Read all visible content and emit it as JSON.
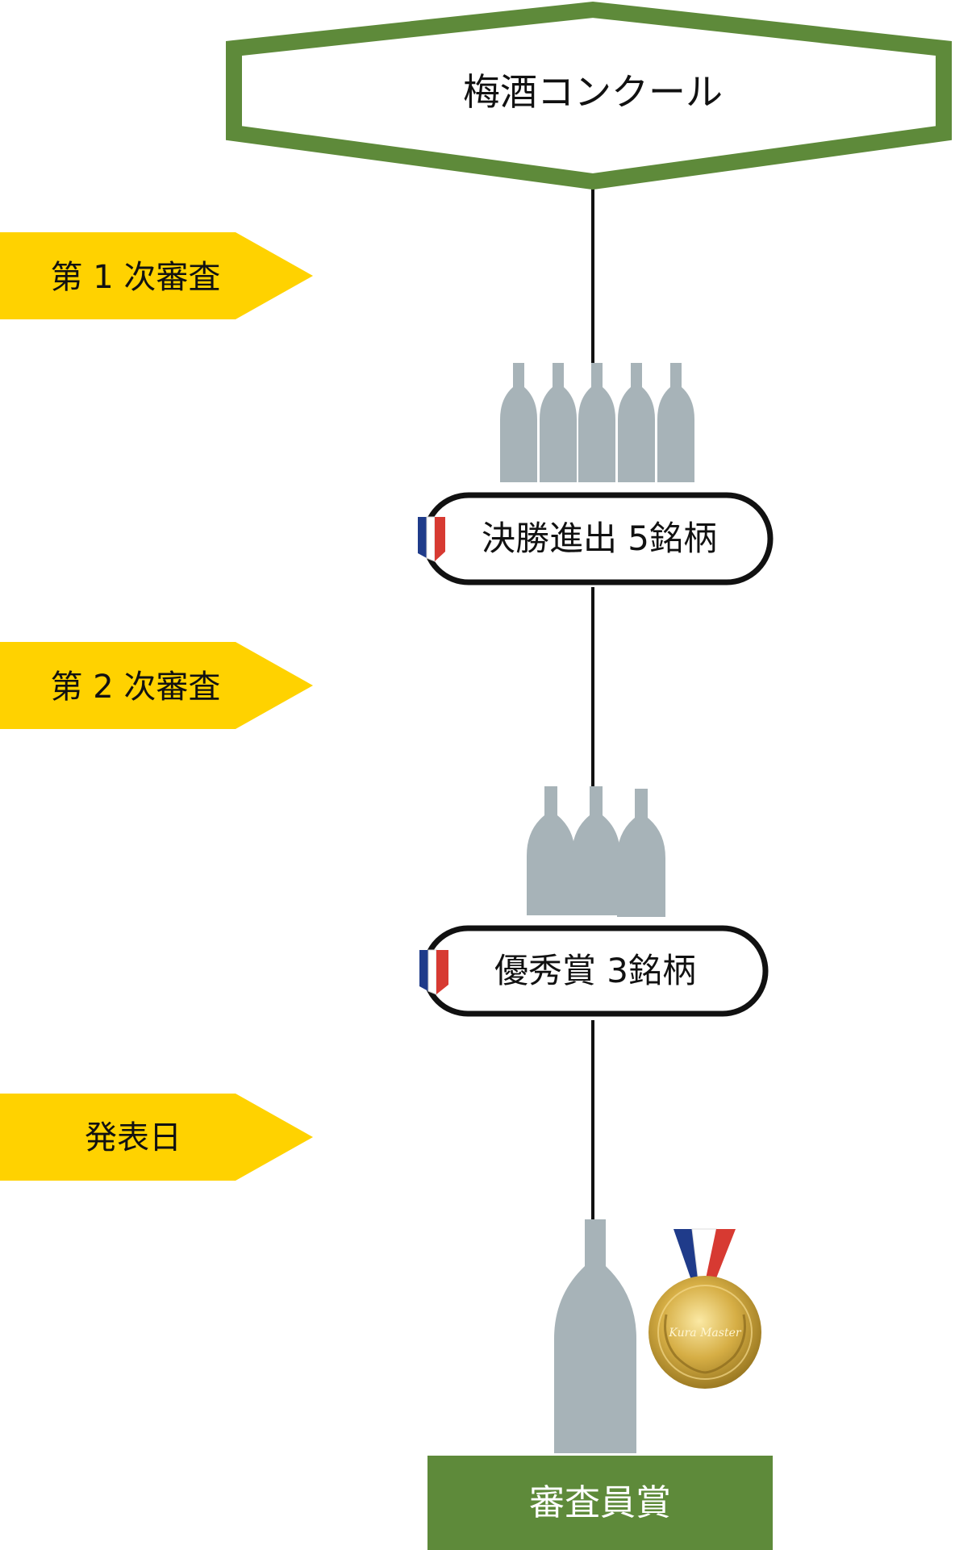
{
  "title": "梅酒コンクール",
  "stages": [
    {
      "label": "第 1 次審査"
    },
    {
      "label": "第 2 次審査"
    },
    {
      "label": "発表日"
    }
  ],
  "results": [
    {
      "label": "決勝進出 5銘柄",
      "bottle_count": 5
    },
    {
      "label": "優秀賞 3銘柄",
      "bottle_count": 3
    }
  ],
  "final_award": "審査員賞",
  "medal_text": "Kura Master",
  "colors": {
    "green": "#5e8a3a",
    "yellow": "#ffd200",
    "bottle": "#a7b3b8",
    "line": "#111111",
    "flag_blue": "#1f3b8a",
    "flag_red": "#d73a32",
    "gold": "#c9a236"
  }
}
